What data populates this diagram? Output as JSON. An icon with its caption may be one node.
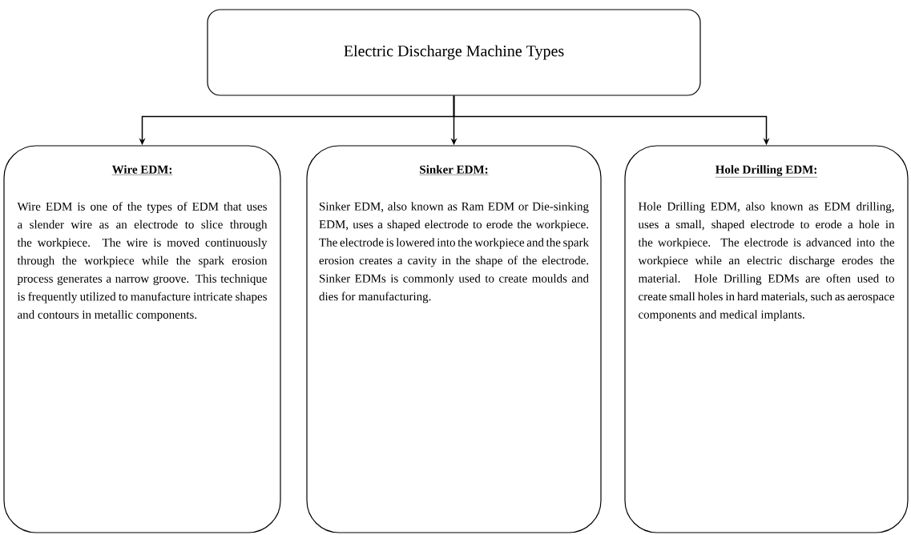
{
  "diagram": {
    "nodes": [
      {
        "text": [
          "Electric Discharge Machine Types"
        ]
      },
      {
        "text": [
          "Wire EDM:",
          "Wire EDM is one of the types of EDM that uses a slender wire as an electrode to slice through the workpiece. The wire is moved continuously through the workpiece while the spark erosion process generates a narrow groove. This technique is frequently utilized to manufacture intricate shapes and contours in metallic components."
        ]
      },
      {
        "text": [
          "Sinker EDM:",
          "Sinker EDM, also known as Ram EDM or Die-sinking EDM, uses a shaped electrode to erode the workpiece. The electrode is lowered into the workpiece and the spark erosion creates a cavity in the shape of the electrode. Sinker EDMs is commonly used to create moulds and dies for manufacturing."
        ]
      },
      {
        "text": [
          "Hole Drilling EDM:",
          "Hole Drilling EDM, also known as EDM drilling, uses a small, shaped electrode to erode a hole in the workpiece. The electrode is advanced into the workpiece while an electric discharge erodes the material. Hole Drilling EDMs are often used to create small holes in hard materials, such as aerospace components and medical implants."
        ]
      }
    ],
    "edges": [
      {
        "from": 0,
        "to": 1,
        "arrow": "to"
      },
      {
        "from": 0,
        "to": 2,
        "arrow": "to"
      },
      {
        "from": 0,
        "to": 3,
        "arrow": "to"
      }
    ]
  }
}
